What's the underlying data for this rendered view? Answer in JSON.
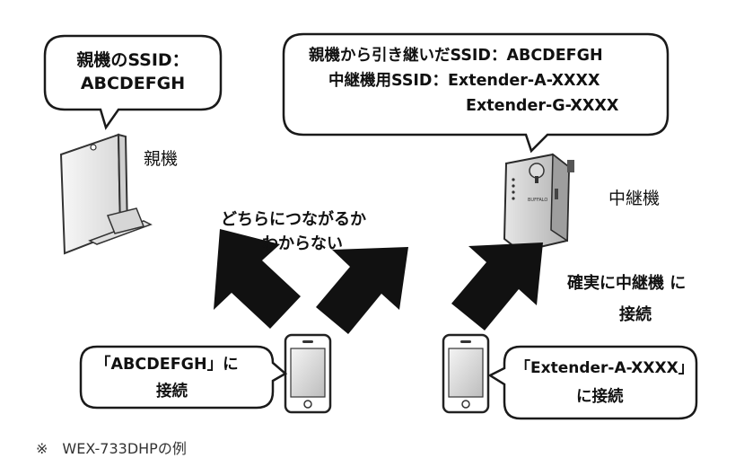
{
  "router_bubble": {
    "line1": "親機のSSID：",
    "line2": "ABCDEFGH"
  },
  "router_label": "親機",
  "extender_bubble": {
    "line1": "親機から引き継いだSSID：ABCDEFGH",
    "line2": "中継機用SSID：Extender-A-XXXX",
    "line3": "Extender-G-XXXX"
  },
  "extender_label": "中継機",
  "uncertain_text": {
    "line1": "どちらにつながるか",
    "line2": "わからない"
  },
  "sure_text": {
    "line1": "確実に中継機 に",
    "line2": "接続"
  },
  "phone_left_bubble": {
    "line1": "「ABCDEFGH」に",
    "line2": "接続"
  },
  "phone_right_bubble": {
    "line1": "「Extender-A-XXXX」",
    "line2": "に接続"
  },
  "footnote": "※　WEX-733DHPの例",
  "extender_brand": "BUFFALO"
}
